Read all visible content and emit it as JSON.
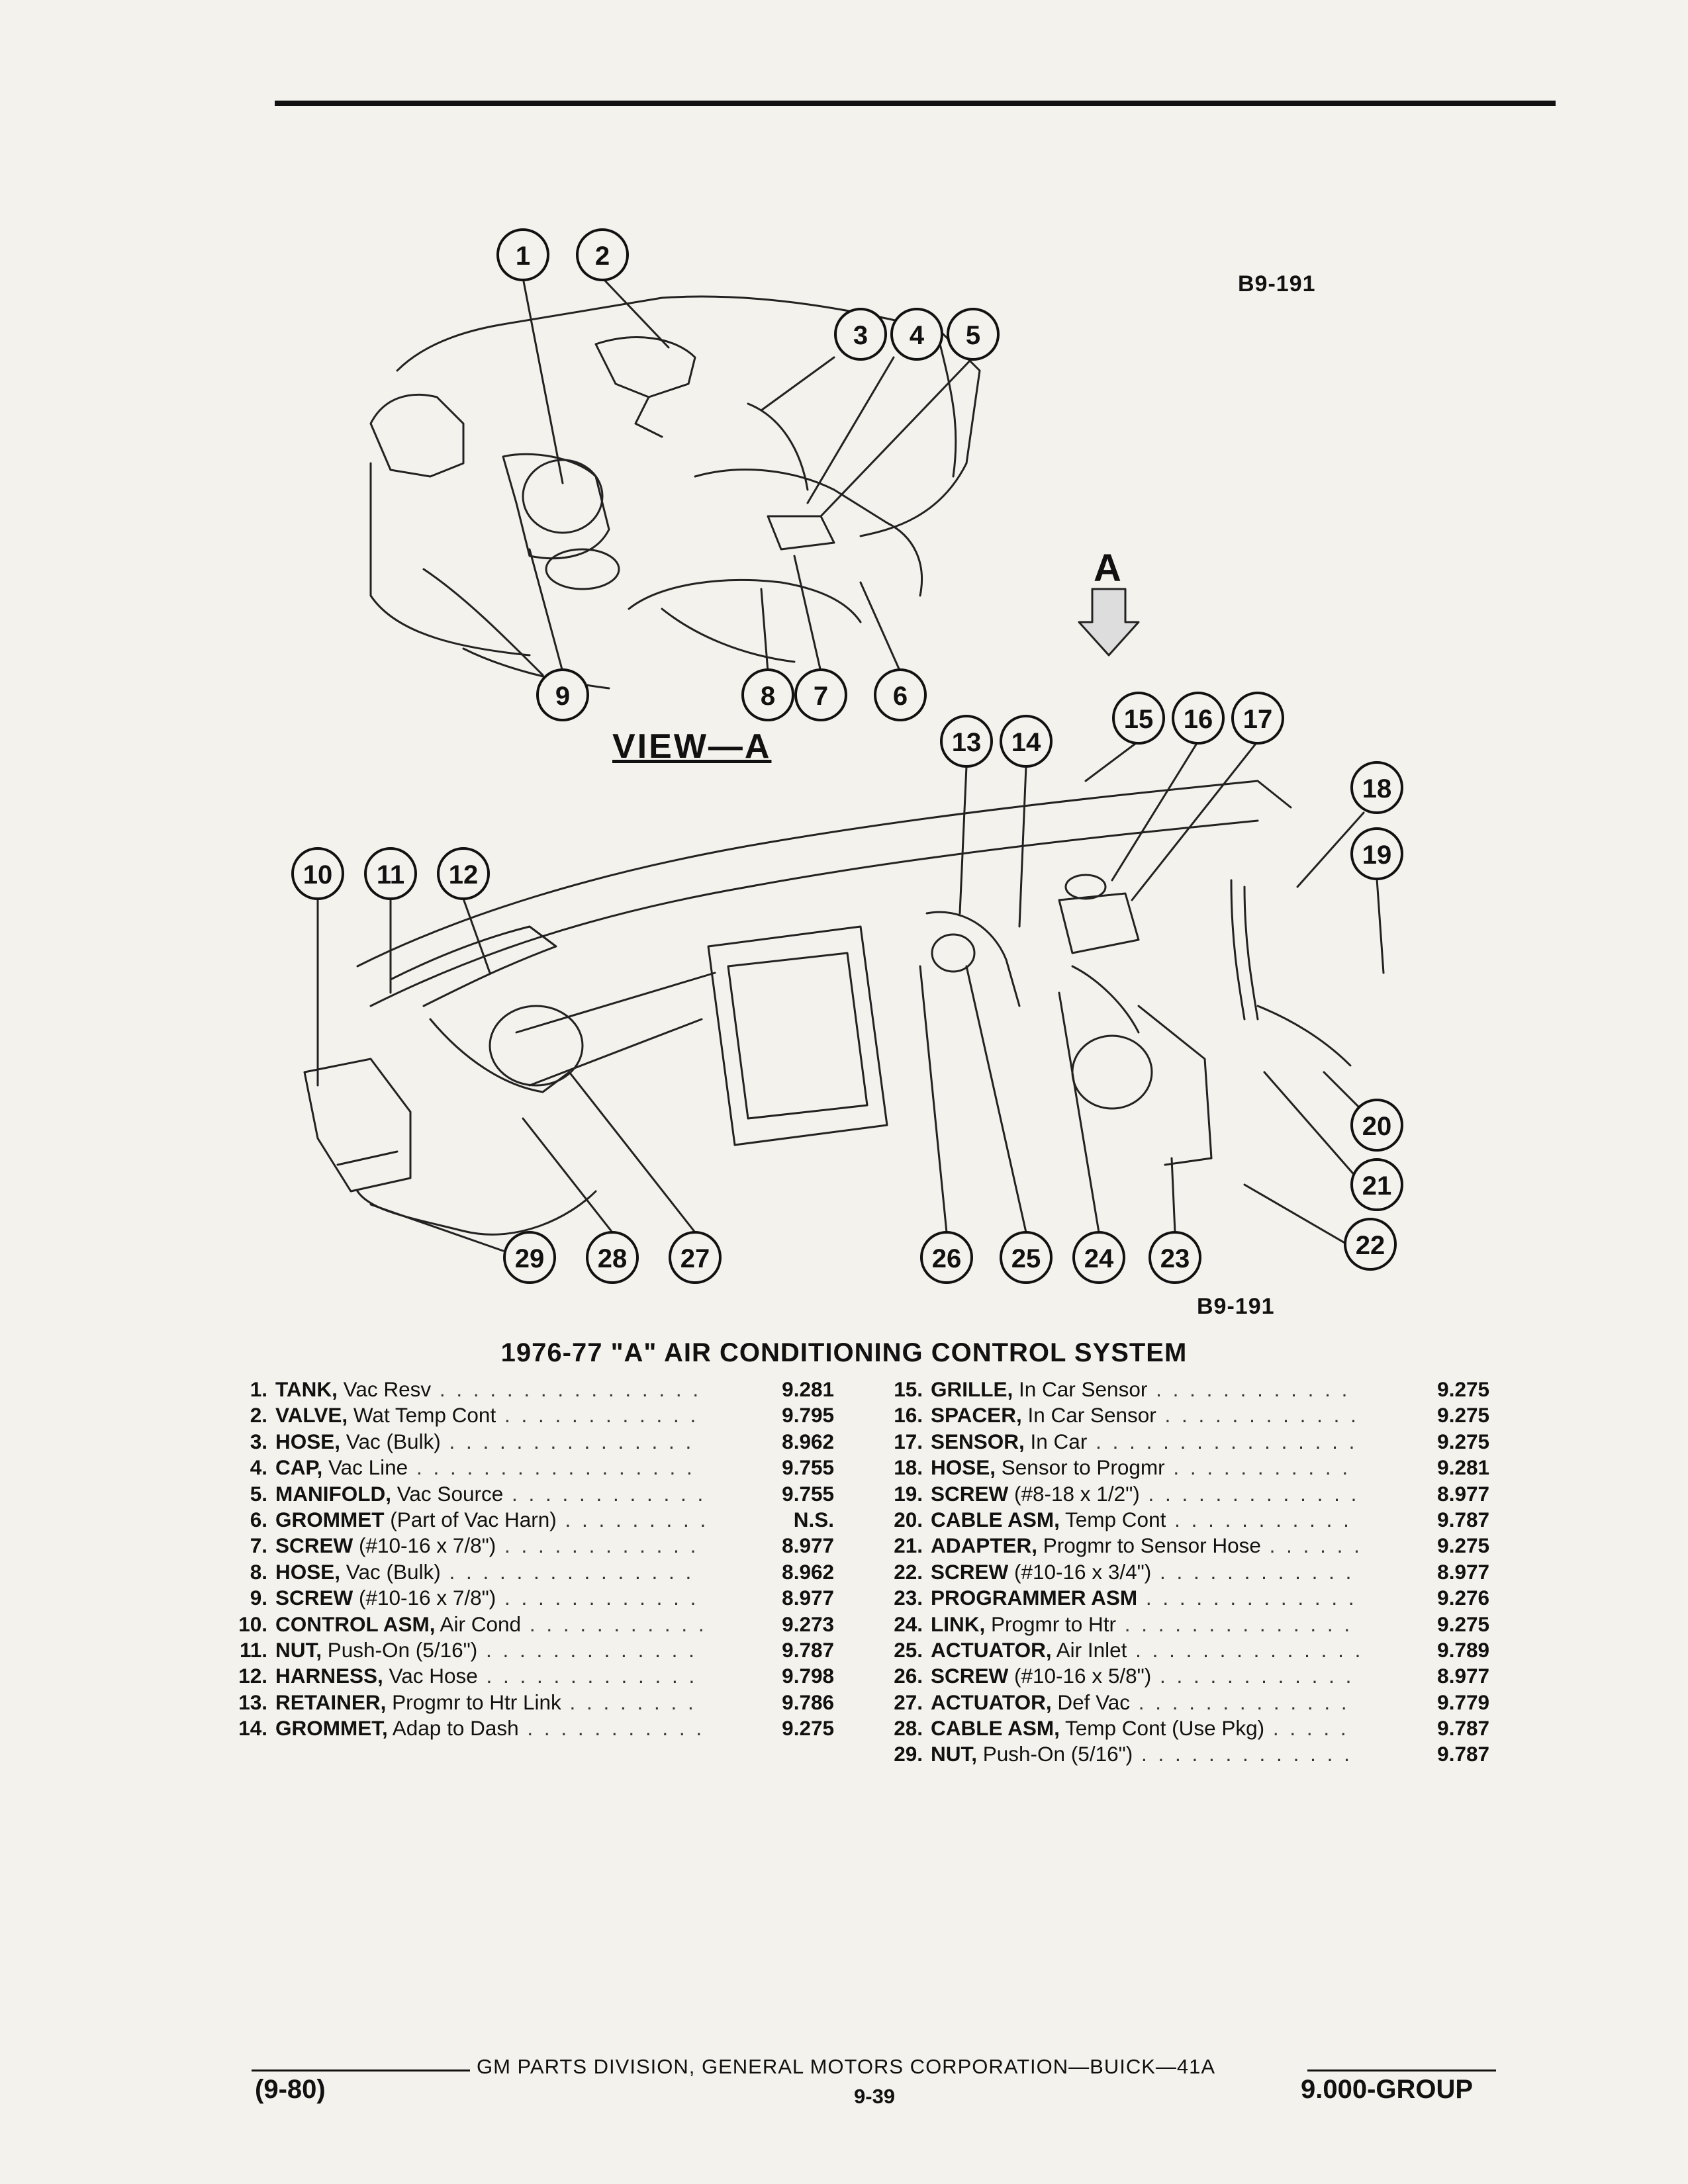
{
  "figure": {
    "id_top": "B9-191",
    "id_bottom": "B9-191",
    "view_label": "VIEW—A",
    "arrow_label": "A"
  },
  "callouts": [
    "1",
    "2",
    "3",
    "4",
    "5",
    "6",
    "7",
    "8",
    "9",
    "10",
    "11",
    "12",
    "13",
    "14",
    "15",
    "16",
    "17",
    "18",
    "19",
    "20",
    "21",
    "22",
    "23",
    "24",
    "25",
    "26",
    "27",
    "28",
    "29"
  ],
  "title": "1976-77 \"A\" AIR CONDITIONING CONTROL SYSTEM",
  "parts_left": [
    {
      "num": "1.",
      "name": "TANK,",
      "desc": " Vac Resv",
      "group": "9.281"
    },
    {
      "num": "2.",
      "name": "VALVE,",
      "desc": " Wat Temp Cont",
      "group": "9.795"
    },
    {
      "num": "3.",
      "name": "HOSE,",
      "desc": " Vac (Bulk)",
      "group": "8.962"
    },
    {
      "num": "4.",
      "name": "CAP,",
      "desc": " Vac Line",
      "group": "9.755"
    },
    {
      "num": "5.",
      "name": "MANIFOLD,",
      "desc": " Vac Source",
      "group": "9.755"
    },
    {
      "num": "6.",
      "name": "GROMMET",
      "desc": " (Part of Vac Harn)",
      "group": "N.S."
    },
    {
      "num": "7.",
      "name": "SCREW",
      "desc": " (#10-16 x 7/8\")",
      "group": "8.977"
    },
    {
      "num": "8.",
      "name": "HOSE,",
      "desc": " Vac (Bulk)",
      "group": "8.962"
    },
    {
      "num": "9.",
      "name": "SCREW",
      "desc": " (#10-16 x 7/8\")",
      "group": "8.977"
    },
    {
      "num": "10.",
      "name": "CONTROL ASM,",
      "desc": " Air Cond",
      "group": "9.273"
    },
    {
      "num": "11.",
      "name": "NUT,",
      "desc": " Push-On (5/16\")",
      "group": "9.787"
    },
    {
      "num": "12.",
      "name": "HARNESS,",
      "desc": " Vac Hose",
      "group": "9.798"
    },
    {
      "num": "13.",
      "name": "RETAINER,",
      "desc": " Progmr to Htr Link",
      "group": "9.786"
    },
    {
      "num": "14.",
      "name": "GROMMET,",
      "desc": " Adap to Dash",
      "group": "9.275"
    }
  ],
  "parts_right": [
    {
      "num": "15.",
      "name": "GRILLE,",
      "desc": " In Car Sensor",
      "group": "9.275"
    },
    {
      "num": "16.",
      "name": "SPACER,",
      "desc": " In Car Sensor",
      "group": "9.275"
    },
    {
      "num": "17.",
      "name": "SENSOR,",
      "desc": " In Car",
      "group": "9.275"
    },
    {
      "num": "18.",
      "name": "HOSE,",
      "desc": " Sensor to Progmr",
      "group": "9.281"
    },
    {
      "num": "19.",
      "name": "SCREW",
      "desc": " (#8-18 x 1/2\")",
      "group": "8.977"
    },
    {
      "num": "20.",
      "name": "CABLE ASM,",
      "desc": " Temp Cont",
      "group": "9.787"
    },
    {
      "num": "21.",
      "name": "ADAPTER,",
      "desc": " Progmr to Sensor Hose",
      "group": "9.275"
    },
    {
      "num": "22.",
      "name": "SCREW",
      "desc": " (#10-16 x 3/4\")",
      "group": "8.977"
    },
    {
      "num": "23.",
      "name": "PROGRAMMER ASM",
      "desc": "",
      "group": "9.276"
    },
    {
      "num": "24.",
      "name": "LINK,",
      "desc": " Progmr to Htr",
      "group": "9.275"
    },
    {
      "num": "25.",
      "name": "ACTUATOR,",
      "desc": " Air Inlet",
      "group": "9.789"
    },
    {
      "num": "26.",
      "name": "SCREW",
      "desc": " (#10-16 x 5/8\")",
      "group": "8.977"
    },
    {
      "num": "27.",
      "name": "ACTUATOR,",
      "desc": " Def Vac",
      "group": "9.779"
    },
    {
      "num": "28.",
      "name": "CABLE ASM,",
      "desc": " Temp Cont (Use Pkg)",
      "group": "9.787"
    },
    {
      "num": "29.",
      "name": "NUT,",
      "desc": " Push-On (5/16\")",
      "group": "9.787"
    }
  ],
  "footer": {
    "center": "GM PARTS DIVISION, GENERAL MOTORS CORPORATION—BUICK—41A",
    "left": "(9-80)",
    "page": "9-39",
    "right": "9.000-GROUP"
  }
}
